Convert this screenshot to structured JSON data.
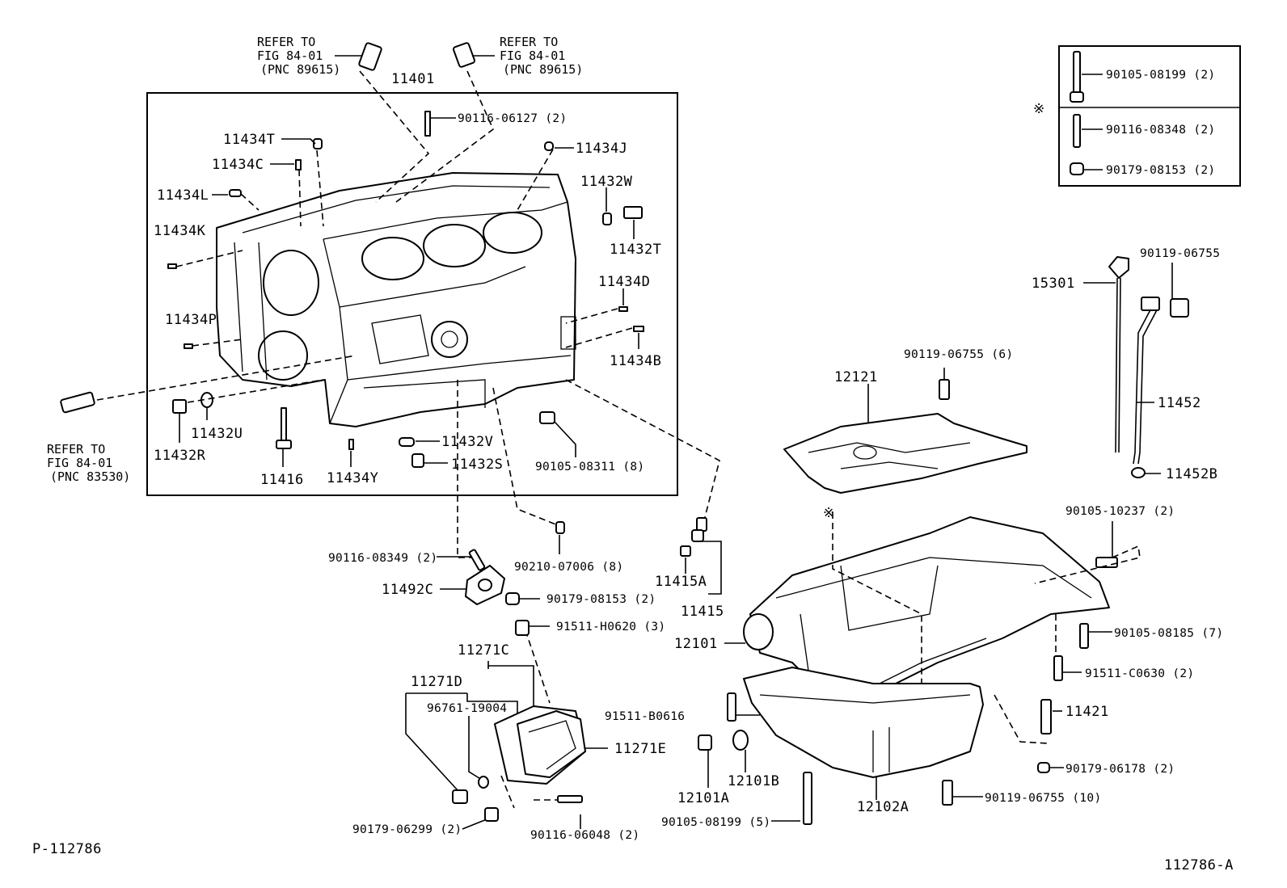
{
  "diagram_id": "P-112786",
  "figure_code": "112786-A",
  "labels": {
    "refer_top_left": [
      "REFER TO",
      "FIG 84-01",
      "(PNC 89615)"
    ],
    "refer_top_right": [
      "REFER TO",
      "FIG 84-01",
      "(PNC 89615)"
    ],
    "refer_left": [
      "REFER TO",
      "FIG 84-01",
      "(PNC 83530)"
    ],
    "p11401": "11401",
    "p90116_06127": "90116-06127 (2)",
    "p11434T": "11434T",
    "p11434C": "11434C",
    "p11434L": "11434L",
    "p11434K": "11434K",
    "p11434J": "11434J",
    "p11432W": "11432W",
    "p11432T": "11432T",
    "p11434D": "11434D",
    "p11434P": "11434P",
    "p11434B": "11434B",
    "p11432U": "11432U",
    "p11432R": "11432R",
    "p11416": "11416",
    "p11434Y": "11434Y",
    "p11432V": "11432V",
    "p11432S": "11432S",
    "p90105_08311": "90105-08311 (8)",
    "p90116_08349": "90116-08349 (2)",
    "p90210_07006": "90210-07006 (8)",
    "p11492C": "11492C",
    "p90179_08153b": "90179-08153 (2)",
    "p91511_H0620": "91511-H0620 (3)",
    "p11271C": "11271C",
    "p11271D": "11271D",
    "p96761_19004": "96761-19004",
    "p11271E": "11271E",
    "p90179_06299": "90179-06299 (2)",
    "p90116_06048": "90116-06048 (2)",
    "p11415A": "11415A",
    "p11415": "11415",
    "p12121": "12121",
    "p90119_06755_6": "90119-06755 (6)",
    "p15301": "15301",
    "p90119_06755": "90119-06755",
    "p11452": "11452",
    "p11452B": "11452B",
    "p90105_10237": "90105-10237 (2)",
    "p12101": "12101",
    "p90105_08185": "90105-08185 (7)",
    "p91511_C0630": "91511-C0630 (2)",
    "p91511_B0616": "91511-B0616",
    "p11421": "11421",
    "p90179_06178": "90179-06178 (2)",
    "p12101A": "12101A",
    "p12101B": "12101B",
    "p12102A": "12102A",
    "p90119_06755_10": "90119-06755 (10)",
    "p90105_08199_5": "90105-08199 (5)",
    "ref_mark": "※"
  },
  "inset": {
    "mark": "※",
    "items": [
      "90105-08199 (2)",
      "90116-08348 (2)",
      "90179-08153 (2)"
    ]
  }
}
